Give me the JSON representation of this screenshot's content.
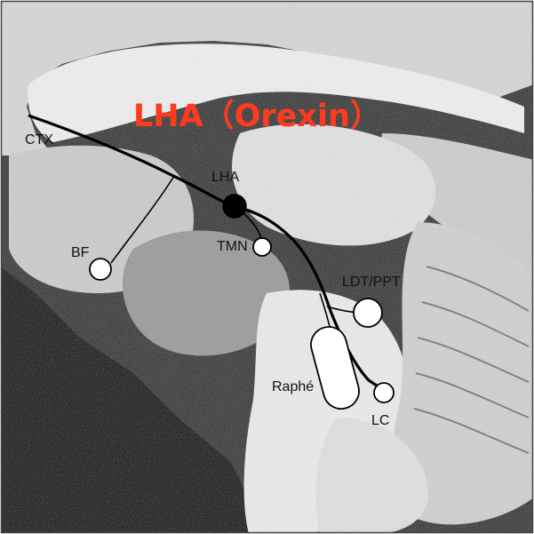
{
  "title": "LHA（Orexin）",
  "colors": {
    "title": "#ff3b1f",
    "pathway": "#000000",
    "node_fill": "#ffffff",
    "source_fill": "#000000",
    "background": "#e6e6e6",
    "tissue_dark": "#2a2a2a"
  },
  "labels": {
    "ctx": "CTX",
    "lha": "LHA",
    "bf": "BF",
    "tmn": "TMN",
    "ldt_ppt": "LDT/PPT",
    "raphe": "Raphé",
    "lc": "LC"
  }
}
